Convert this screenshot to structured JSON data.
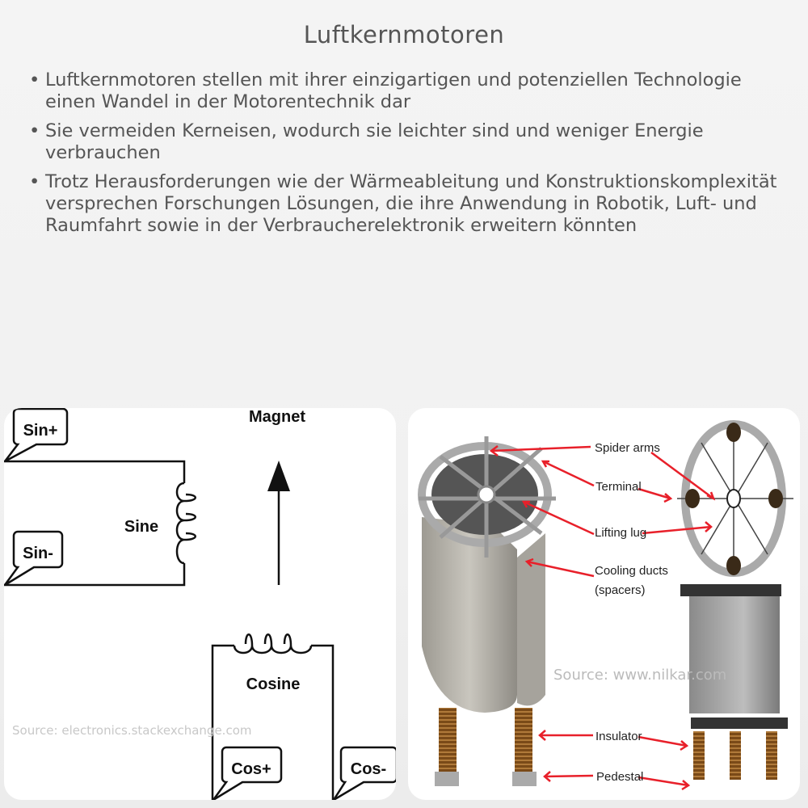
{
  "title": "Luftkernmotoren",
  "bullets": [
    "Luftkernmotoren stellen mit ihrer einzigartigen und potenziellen Technologie einen Wandel in der Motorentechnik dar",
    "Sie vermeiden Kerneisen, wodurch sie leichter sind und weniger Energie verbrauchen",
    "Trotz Herausforderungen wie der Wärmeableitung und Konstruktionskomplexität versprechen Forschungen Lösungen, die ihre Anwendung in Robotik, Luft- und Raumfahrt sowie in der Verbraucherelektronik erweitern könnten"
  ],
  "left_figure": {
    "magnet": "Magnet",
    "sine": "Sine",
    "cosine": "Cosine",
    "sin_plus": "Sin+",
    "sin_minus": "Sin-",
    "cos_plus": "Cos+",
    "cos_minus": "Cos-",
    "source": "Source: electronics.stackexchange.com"
  },
  "right_figure": {
    "labels": {
      "spider_arms": "Spider arms",
      "terminal": "Terminal",
      "lifting_lug": "Lifting lug",
      "cooling_ducts": "Cooling ducts",
      "spacers": "(spacers)",
      "insulator": "Insulator",
      "pedestal": "Pedestal"
    },
    "source": "Source: www.nilkar.com",
    "arrow_color": "#e8202a"
  }
}
